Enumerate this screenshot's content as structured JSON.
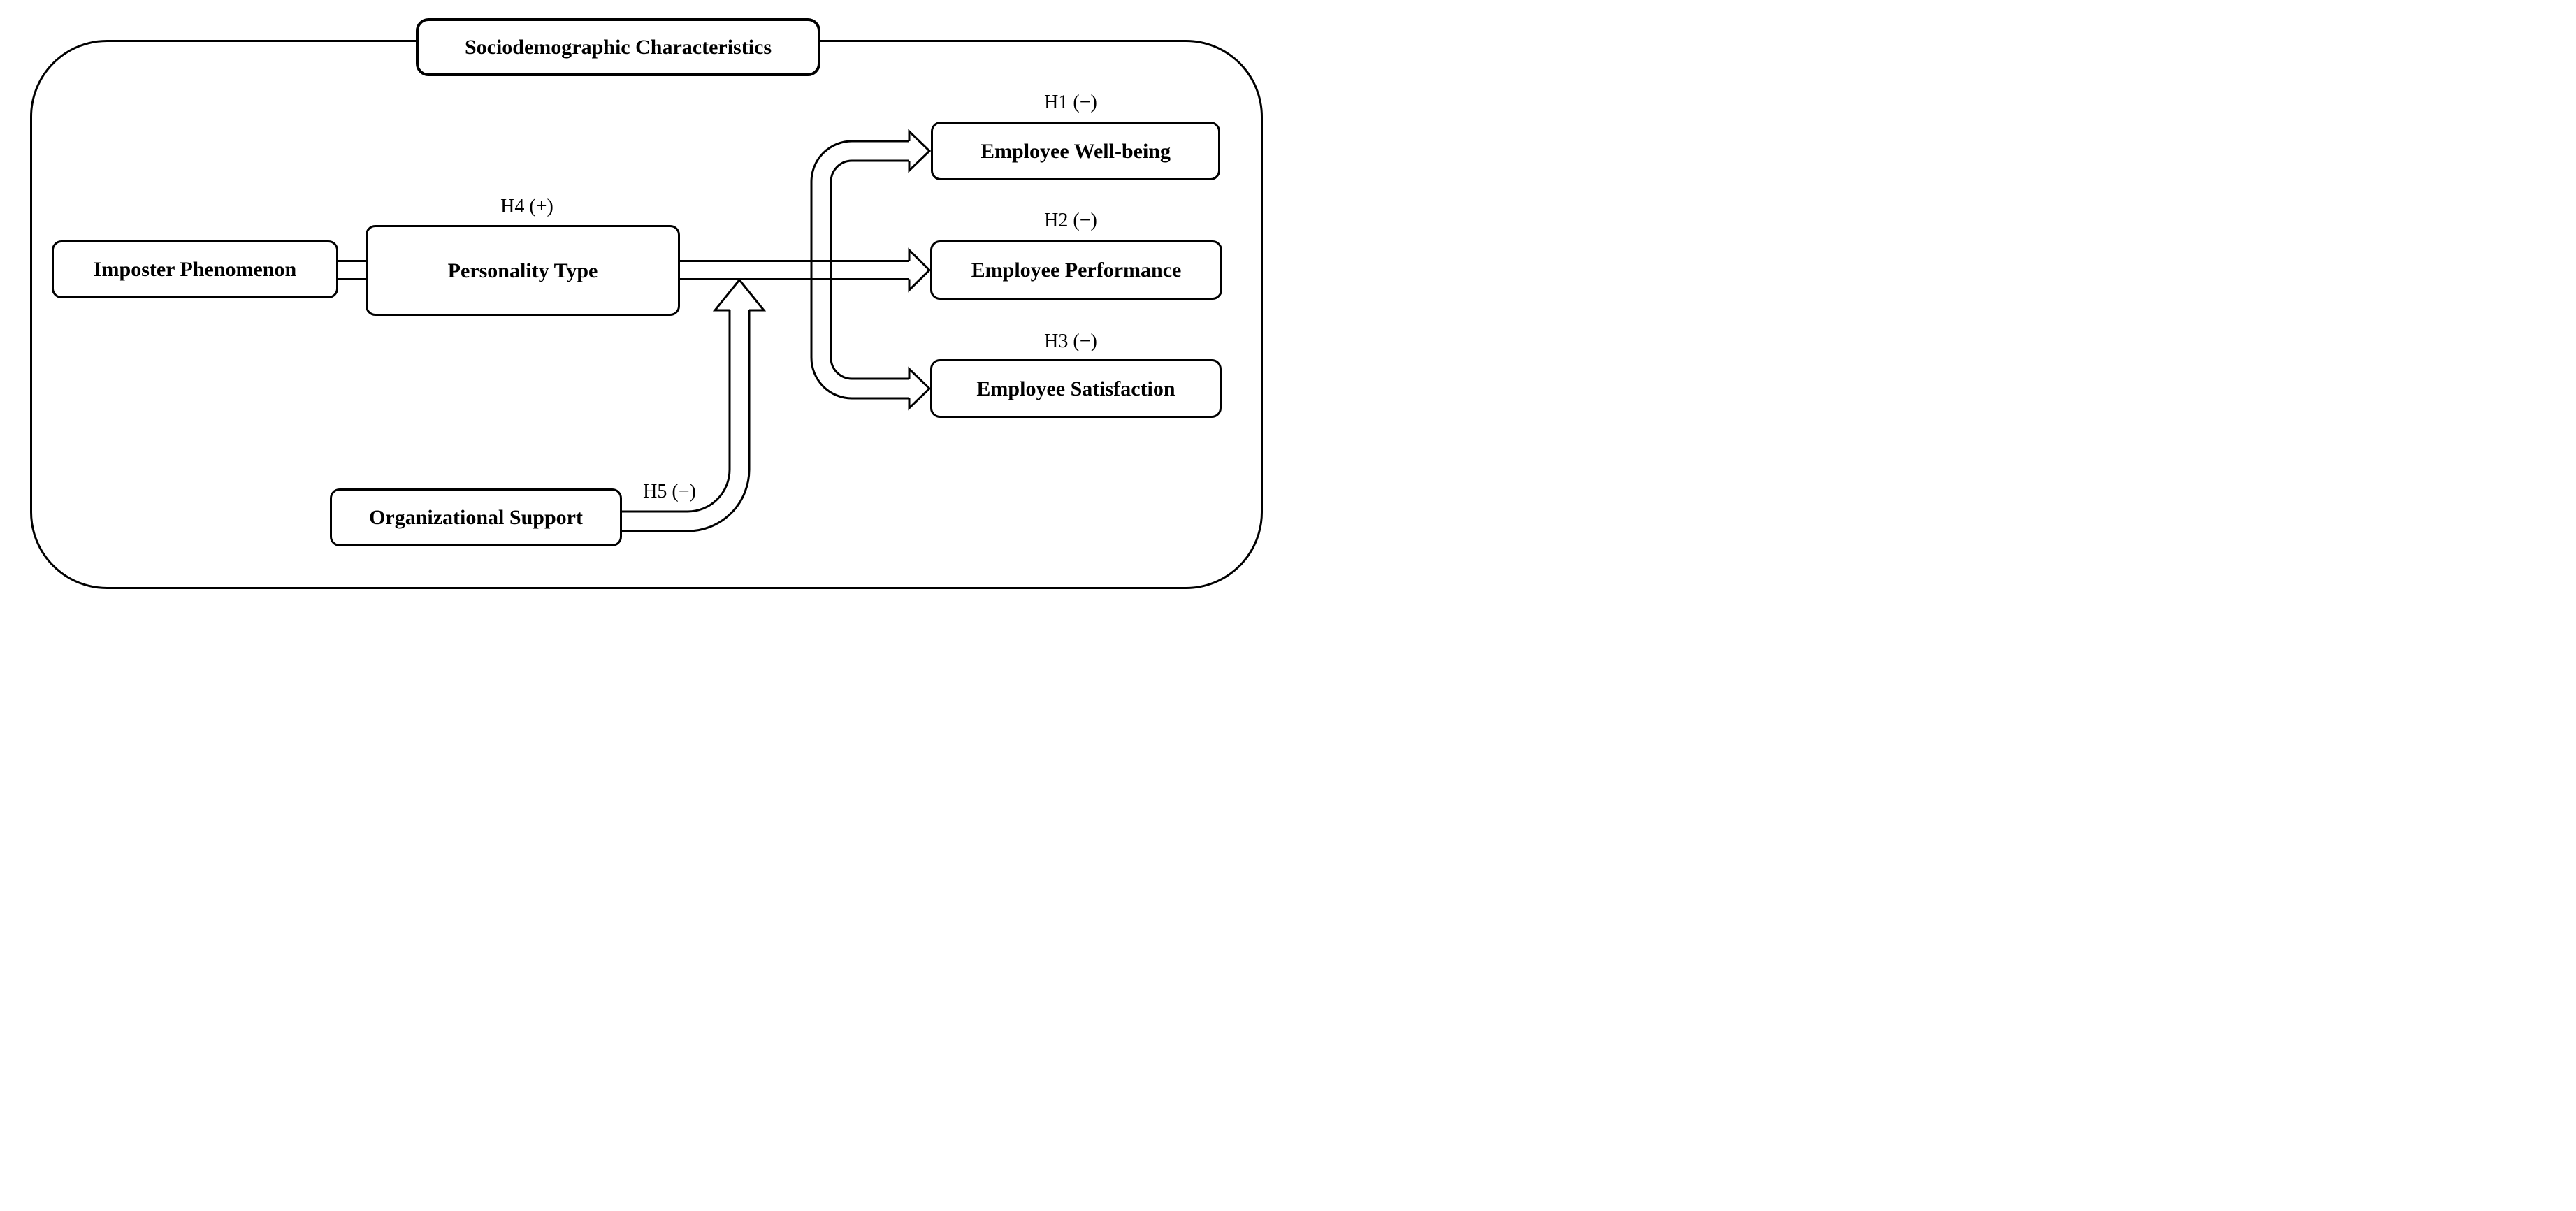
{
  "colors": {
    "line": "#000000",
    "background": "#ffffff",
    "box_fill": "#ffffff",
    "text": "#000000"
  },
  "nodes": {
    "sociodemographic": {
      "label": "Sociodemographic Characteristics"
    },
    "imposter": {
      "label": "Imposter Phenomenon"
    },
    "personality": {
      "label": "Personality Type"
    },
    "wellbeing": {
      "label": "Employee Well-being"
    },
    "performance": {
      "label": "Employee Performance"
    },
    "satisfaction": {
      "label": "Employee Satisfaction"
    },
    "support": {
      "label": "Organizational Support"
    }
  },
  "hypotheses": {
    "h1": {
      "label": "H1 (−)",
      "sign": "negative",
      "from": "personality",
      "to": "wellbeing"
    },
    "h2": {
      "label": "H2 (−)",
      "sign": "negative",
      "from": "personality",
      "to": "performance"
    },
    "h3": {
      "label": "H3 (−)",
      "sign": "negative",
      "from": "personality",
      "to": "satisfaction"
    },
    "h4": {
      "label": "H4 (+)",
      "sign": "positive",
      "from": "imposter",
      "to": "personality"
    },
    "h5": {
      "label": "H5 (−)",
      "sign": "negative",
      "from": "support",
      "to": "personality-to-outcomes-path"
    }
  },
  "edges": [
    {
      "type": "double-line",
      "from": "imposter",
      "to": "personality",
      "arrowhead": false
    },
    {
      "type": "double-line-arrow",
      "from": "personality",
      "to": "wellbeing",
      "arrowhead": true
    },
    {
      "type": "double-line-arrow",
      "from": "personality",
      "to": "performance",
      "arrowhead": true
    },
    {
      "type": "double-line-arrow",
      "from": "personality",
      "to": "satisfaction",
      "arrowhead": true
    },
    {
      "type": "double-line-arrow",
      "from": "support",
      "to": "personality-to-outcomes-path",
      "arrowhead": true
    }
  ]
}
